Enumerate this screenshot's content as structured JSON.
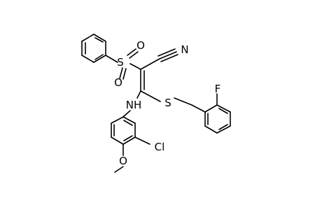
{
  "molecule": {
    "atom_labels": {
      "sulfonyl_sulfur": "S",
      "sulfonyl_oxygen_top": "O",
      "sulfonyl_oxygen_bottom": "O",
      "nitrile_nitrogen": "N",
      "thioether_sulfur": "S",
      "fluorine": "F",
      "amine": "NH",
      "chlorine": "Cl",
      "ether_oxygen": "O"
    }
  }
}
